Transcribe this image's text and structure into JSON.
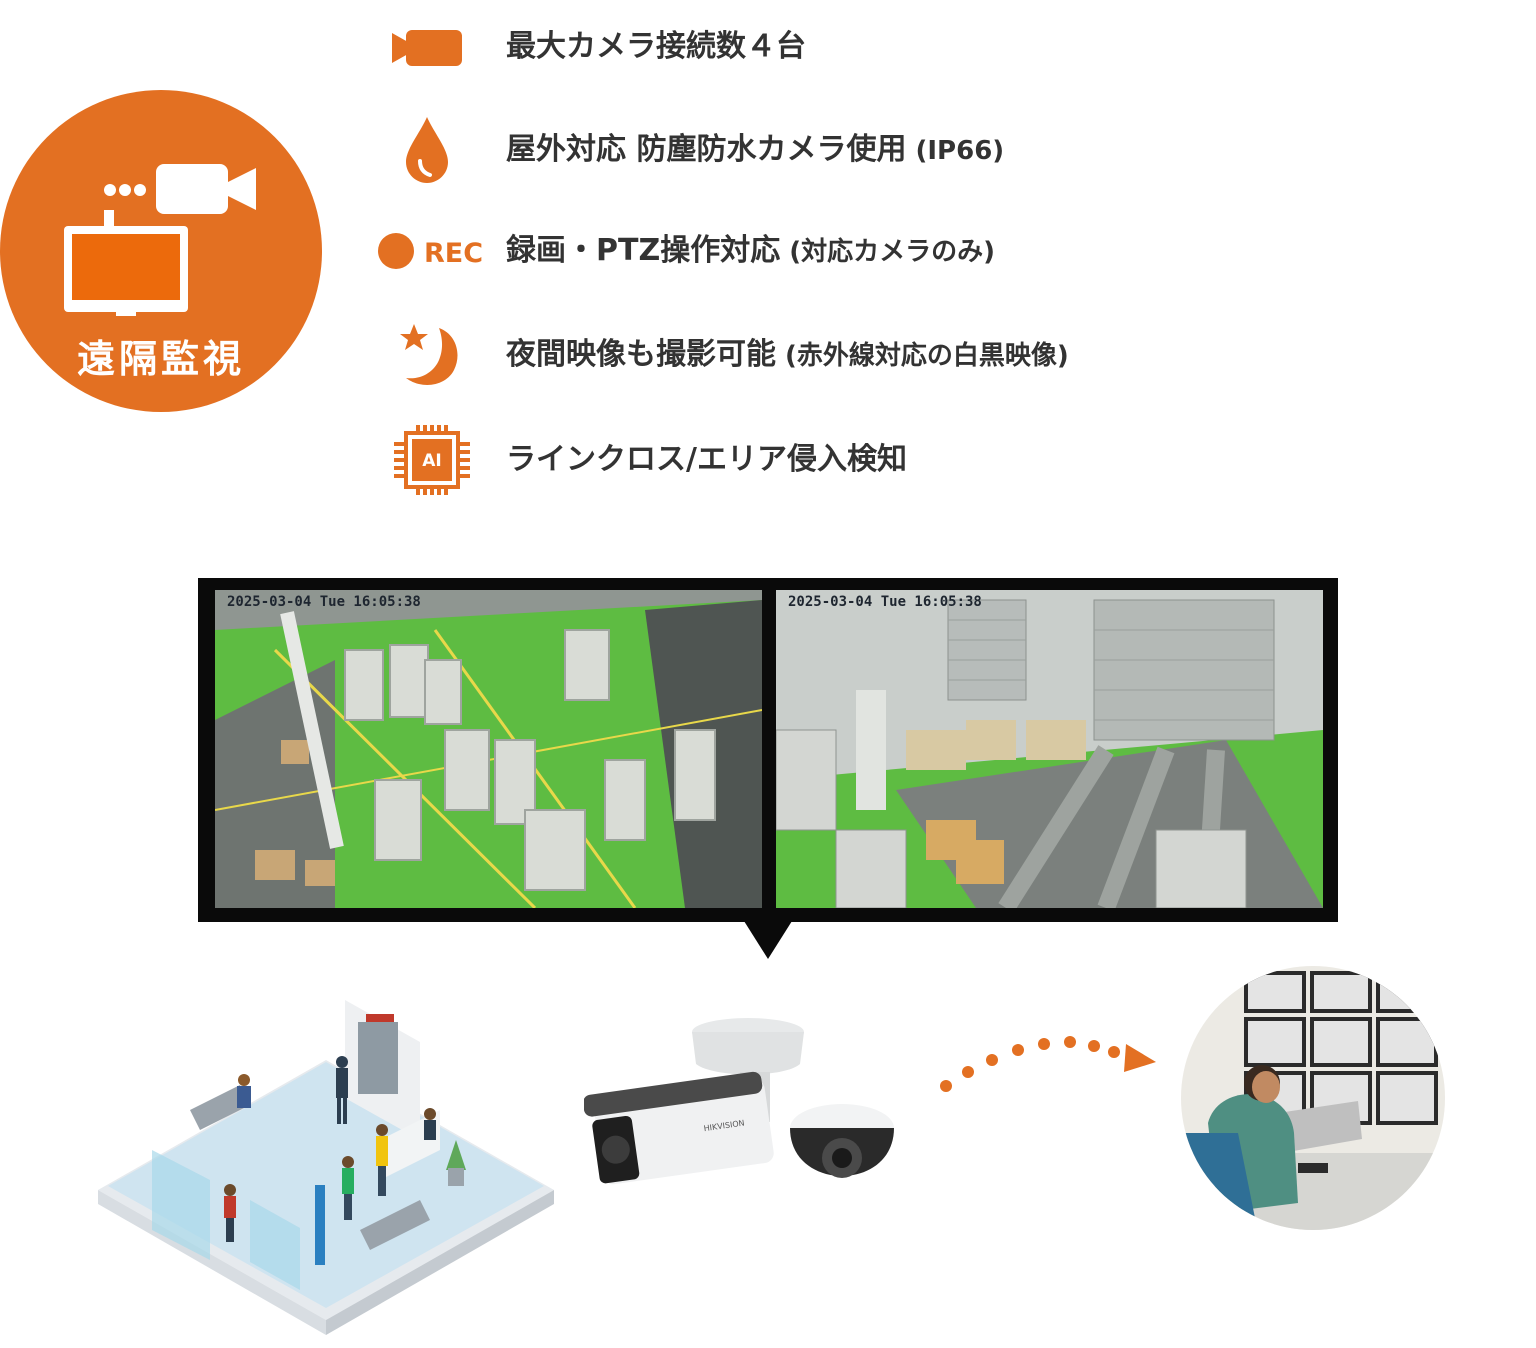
{
  "badge": {
    "label": "遠隔監視",
    "icon": "remote-monitor-icon",
    "color": "#e37022"
  },
  "features": [
    {
      "icon": "video-camera-icon",
      "text": "最大カメラ接続数４台",
      "sub": ""
    },
    {
      "icon": "water-drop-icon",
      "text": "屋外対応 防塵防水カメラ使用",
      "sub": " (IP66)"
    },
    {
      "icon": "rec-icon",
      "icon_label": "REC",
      "text": "録画・PTZ操作対応",
      "sub": " (対応カメラのみ)"
    },
    {
      "icon": "moon-star-icon",
      "text": "夜間映像も撮影可能",
      "sub": " (赤外線対応の白黒映像)"
    },
    {
      "icon": "ai-chip-icon",
      "icon_label": "AI",
      "text": "ラインクロス/エリア侵入検知",
      "sub": ""
    }
  ],
  "feeds": [
    {
      "timestamp": "2025-03-04 Tue 16:05:38"
    },
    {
      "timestamp": "2025-03-04 Tue 16:05:38"
    }
  ],
  "colors": {
    "accent": "#e37022",
    "frame": "#0a0a0a",
    "floor_green": "#5fbf3e"
  }
}
